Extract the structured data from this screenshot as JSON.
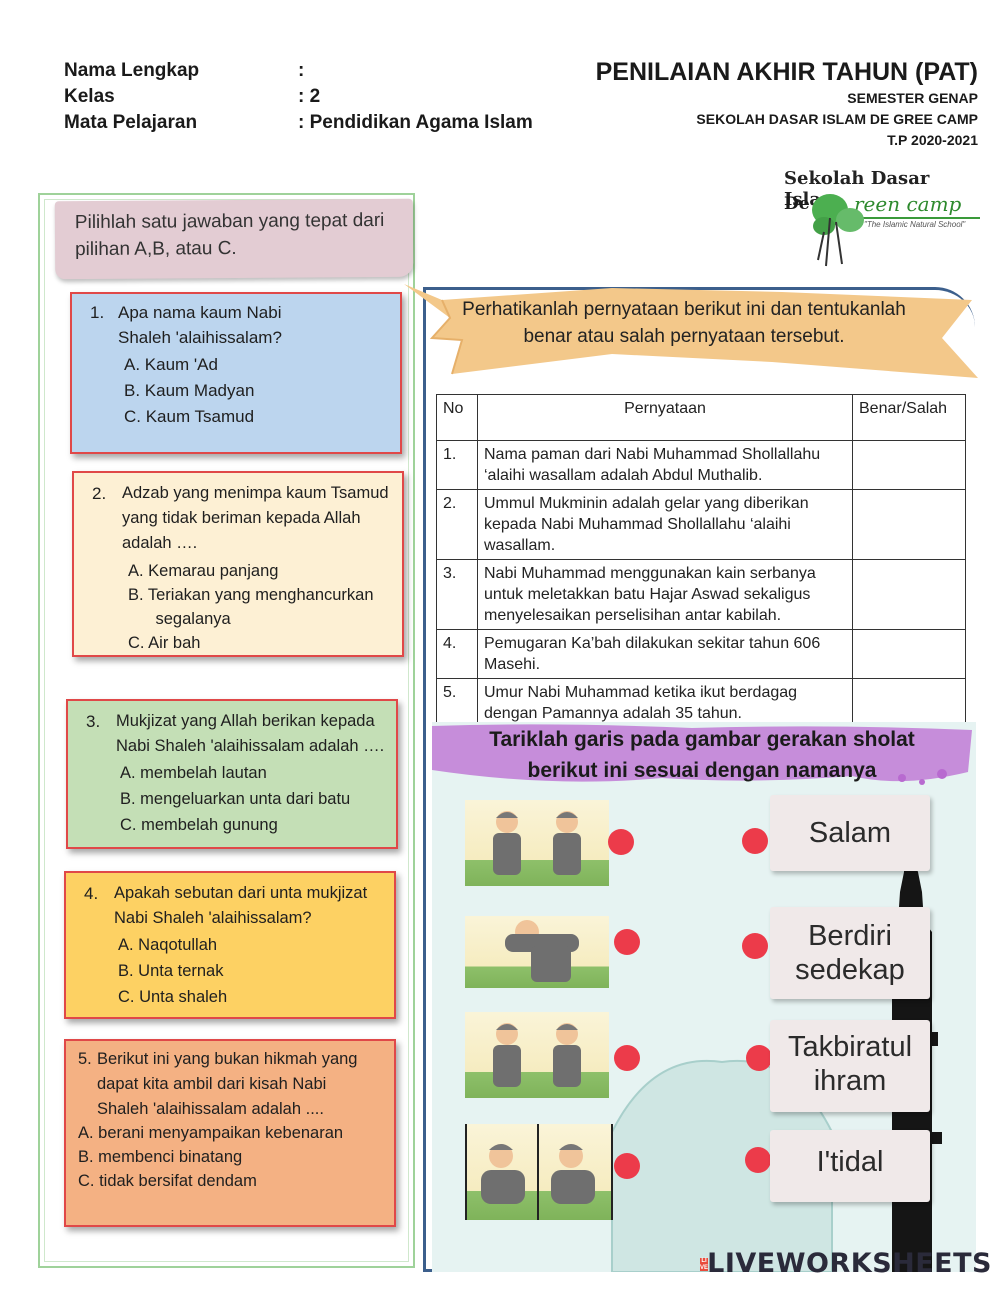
{
  "header": {
    "labels": [
      "Nama Lengkap",
      "Kelas",
      "Mata Pelajaran"
    ],
    "values": [
      ":",
      ": 2",
      ": Pendidikan Agama Islam"
    ],
    "title": "PENILAIAN AKHIR TAHUN (PAT)",
    "semester": "SEMESTER GENAP",
    "school": "SEKOLAH DASAR ISLAM DE GREE CAMP",
    "year": "T.P 2020-2021"
  },
  "logo": {
    "line1": "Sekolah Dasar Islam",
    "de": "De",
    "brand": "reen camp",
    "tagline": "\"The Islamic Natural School\""
  },
  "instruction": "Pilihlah satu jawaban yang tepat dari pilihan A,B, atau C.",
  "questions": [
    {
      "num": "1.",
      "text": "Apa nama kaum Nabi\nShaleh 'alaihissalam?",
      "options": [
        "A.  Kaum 'Ad",
        "B.  Kaum Madyan",
        "C.  Kaum Tsamud"
      ],
      "color": "#bcd5ee"
    },
    {
      "num": "2.",
      "text": "Adzab yang menimpa kaum Tsamud\nyang tidak beriman kepada Allah\nadalah ….",
      "options": [
        "A.  Kemarau panjang",
        "B.  Teriakan yang menghancurkan",
        "      segalanya",
        "C.  Air bah"
      ],
      "color": "#fdf0d4"
    },
    {
      "num": "3.",
      "text": "Mukjizat yang Allah berikan kepada\nNabi Shaleh 'alaihissalam adalah ….",
      "options": [
        "A.  membelah lautan",
        "B.  mengeluarkan unta dari batu",
        "C.  membelah gunung"
      ],
      "color": "#c4dfb6"
    },
    {
      "num": "4.",
      "text": "Apakah sebutan dari unta mukjizat\nNabi Shaleh 'alaihissalam?",
      "options": [
        "A.  Naqotullah",
        "B.  Unta ternak",
        "C.  Unta shaleh"
      ],
      "color": "#fdd163"
    },
    {
      "num": "5.",
      "text": "Berikut ini yang bukan hikmah yang\ndapat kita ambil dari kisah Nabi\nShaleh 'alaihissalam adalah ....",
      "options": [
        "A. berani menyampaikan kebenaran",
        "B. membenci binatang",
        "C. tidak bersifat dendam"
      ],
      "color": "#f4b183"
    }
  ],
  "tf": {
    "instruction": "Perhatikanlah pernyataan berikut ini dan tentukanlah benar atau salah pernyataan tersebut.",
    "headers": [
      "No",
      "Pernyataan",
      "Benar/Salah"
    ],
    "rows": [
      {
        "no": "1.",
        "text": "Nama paman dari Nabi Muhammad Shollallahu ‘alaihi wasallam adalah Abdul Muthalib."
      },
      {
        "no": "2.",
        "text": "Ummul Mukminin adalah gelar yang diberikan kepada Nabi  Muhammad Shollallahu ‘alaihi wasallam."
      },
      {
        "no": "3.",
        "text": "Nabi Muhammad menggunakan kain serbanya untuk meletakkan batu Hajar Aswad sekaligus menyelesaikan perselisihan antar kabilah."
      },
      {
        "no": "4.",
        "text": "Pemugaran Ka’bah dilakukan sekitar tahun 606 Masehi."
      },
      {
        "no": "5.",
        "text": "Umur Nabi Muhammad ketika ikut berdagag dengan Pamannya adalah 35 tahun."
      }
    ]
  },
  "matching": {
    "title_line1": "Tariklah garis pada gambar gerakan sholat",
    "title_line2": "berikut ini sesuai dengan namanya",
    "names": [
      "Salam",
      "Berdiri sedekap",
      "Takbiratul ihram",
      "I'tidal"
    ]
  },
  "footer": {
    "brand": "LIVEWORKSHEETS",
    "side_letters": "LIVE"
  },
  "colors": {
    "question_border": "#e04848",
    "dot": "#ec3b4a",
    "ribbon": "#f3c88a",
    "title_splash": "#c07ad6"
  }
}
